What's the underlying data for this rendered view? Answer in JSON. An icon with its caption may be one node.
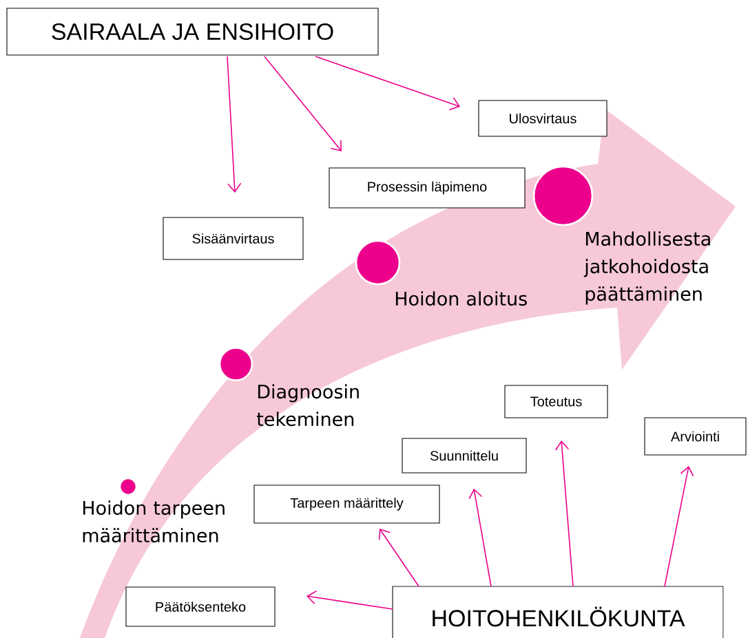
{
  "diagram": {
    "nodes": [
      {
        "text": [
          "SAIRAALA JA ENSIHOITO"
        ]
      },
      {
        "text": [
          "Ulosvirtaus"
        ]
      },
      {
        "text": [
          "Prosessin läpimeno"
        ]
      },
      {
        "text": [
          "Sisäänvirtaus"
        ]
      },
      {
        "text": [],
        "shape": "circle",
        "beside": [
          "Hoidon tarpeen määrittäminen"
        ]
      },
      {
        "text": [],
        "shape": "circle",
        "beside": [
          "Diagnoosin tekeminen"
        ]
      },
      {
        "text": [],
        "shape": "circle",
        "beside": [
          "Hoidon aloitus"
        ]
      },
      {
        "text": [],
        "shape": "circle",
        "beside": [
          "Mahdollisesta jatkohoidosta päättäminen"
        ]
      },
      {
        "text": [
          "Toteutus"
        ]
      },
      {
        "text": [
          "Arviointi"
        ]
      },
      {
        "text": [
          "Suunnittelu"
        ]
      },
      {
        "text": [
          "Tarpeen määrittely"
        ]
      },
      {
        "text": [
          "Päätöksenteko"
        ]
      },
      {
        "text": [
          "HOITOHENKILÖKUNTA"
        ]
      }
    ],
    "edges": [
      {
        "from": 0,
        "to": 3,
        "arrow": "to"
      },
      {
        "from": 0,
        "to": 2,
        "arrow": "to"
      },
      {
        "from": 0,
        "to": 1,
        "arrow": "to"
      },
      {
        "from": 13,
        "to": 12,
        "arrow": "to"
      },
      {
        "from": 13,
        "to": 11,
        "arrow": "to"
      },
      {
        "from": 13,
        "to": 10,
        "arrow": "to"
      },
      {
        "from": 13,
        "to": 8,
        "arrow": "to"
      },
      {
        "from": 13,
        "to": 9,
        "arrow": "to"
      }
    ]
  }
}
